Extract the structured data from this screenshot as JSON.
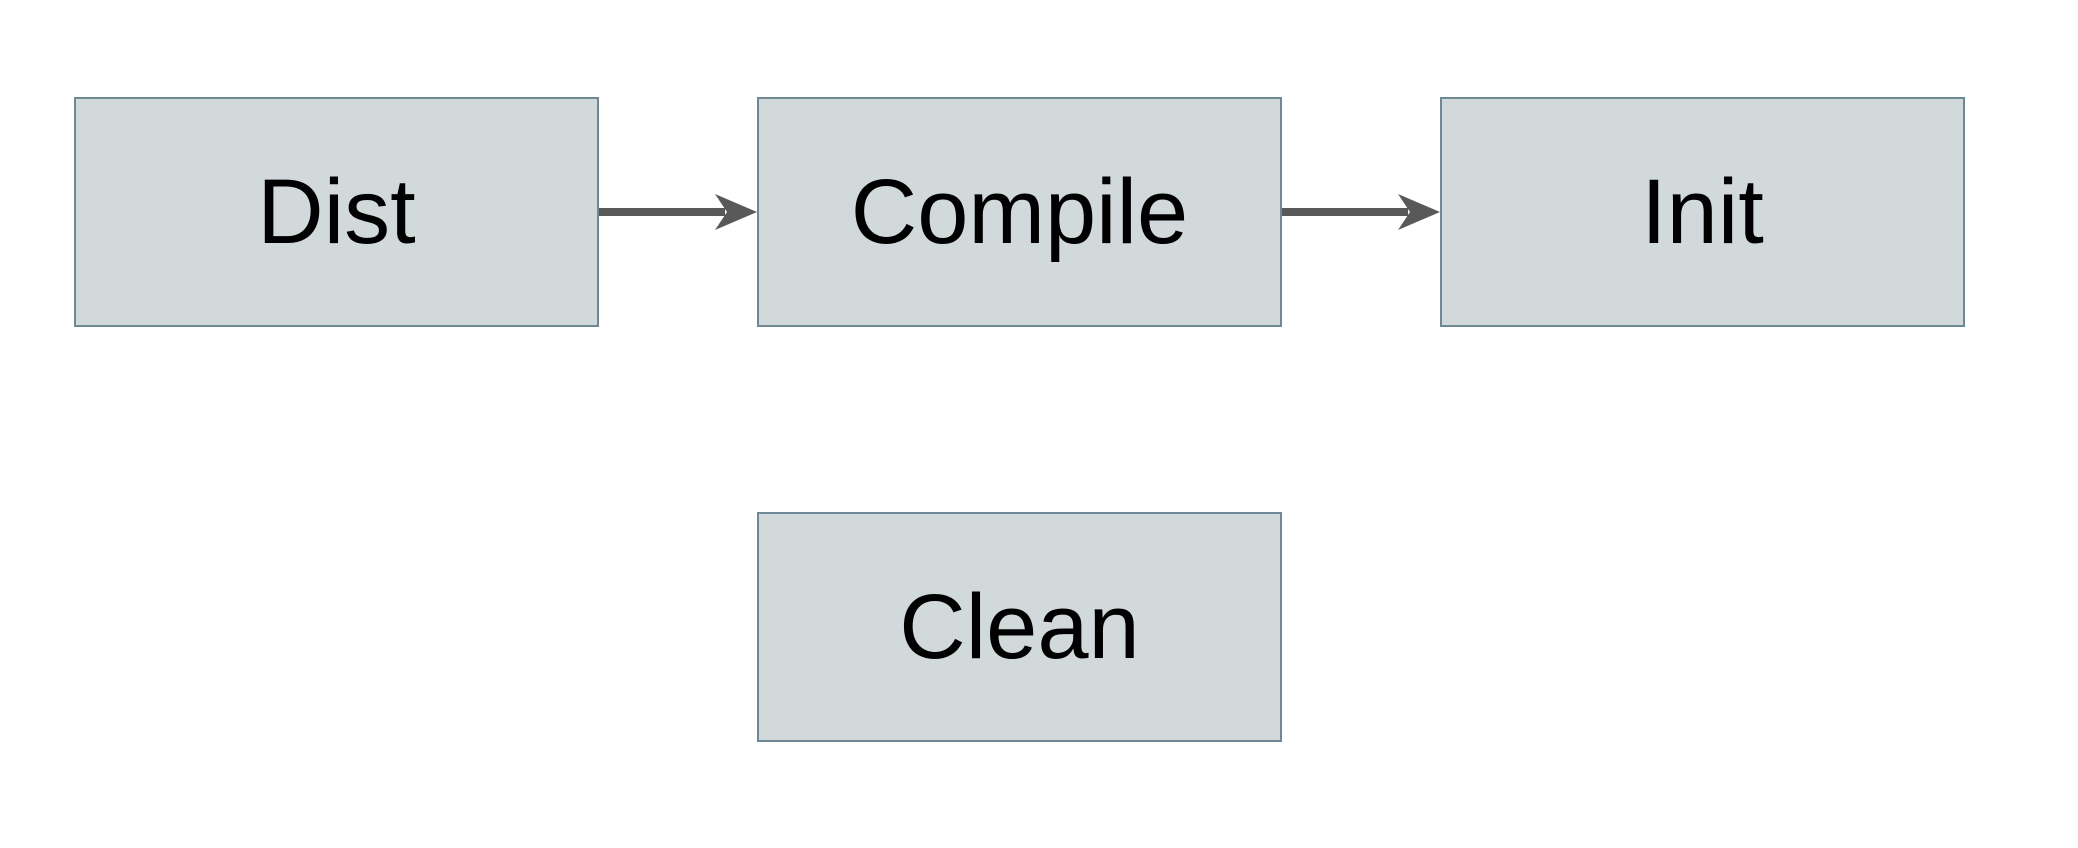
{
  "page": {
    "background": "#ffffff"
  },
  "diagram": {
    "type": "flowchart",
    "colors": {
      "node_fill": "#d2d9db",
      "node_border": "#6e8896",
      "arrow": "#595959",
      "text": "#000000"
    },
    "nodes": [
      {
        "id": "dist",
        "label": "Dist"
      },
      {
        "id": "compile",
        "label": "Compile"
      },
      {
        "id": "init",
        "label": "Init"
      },
      {
        "id": "clean",
        "label": "Clean"
      }
    ],
    "edges": [
      {
        "from": "dist",
        "to": "compile",
        "icon": "right-arrow-icon"
      },
      {
        "from": "compile",
        "to": "init",
        "icon": "right-arrow-icon"
      }
    ]
  }
}
